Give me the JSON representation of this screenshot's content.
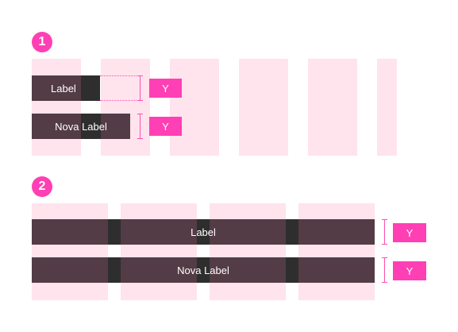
{
  "colors": {
    "accent": "#ff3fb4",
    "bar": "#533c45",
    "column": "#fde3ec",
    "overlap": "#2e2e2e",
    "measure": "#ff4fae"
  },
  "section1": {
    "badge": "1",
    "label_bar": "Label",
    "nova_label_bar": "Nova Label",
    "tag_top": "Y",
    "tag_bottom": "Y"
  },
  "section2": {
    "badge": "2",
    "label_bar": "Label",
    "nova_label_bar": "Nova Label",
    "tag_top": "Y",
    "tag_bottom": "Y"
  }
}
